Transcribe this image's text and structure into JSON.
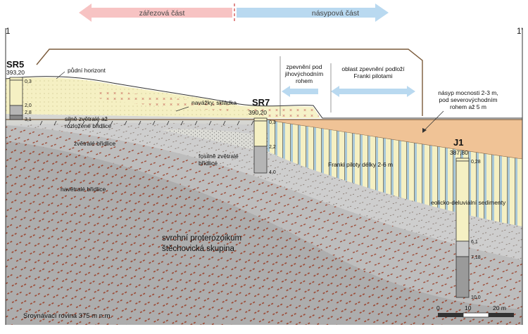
{
  "section": {
    "marker_left": "1",
    "marker_right": "1'",
    "arrow_cut": "zářezová část",
    "arrow_fill": "násypová část",
    "datum": "Srovnávací rovina 375 m n.m."
  },
  "boreholes": {
    "sr5": {
      "name": "SR5",
      "elevation": "393,20",
      "depths": [
        "0,3",
        "2,0",
        "2,8",
        "3,1"
      ]
    },
    "sr7": {
      "name": "SR7",
      "elevation": "390,20",
      "depths": [
        "0,3",
        "2,2",
        "4,0"
      ]
    },
    "j1": {
      "name": "J1",
      "elevation": "387,80",
      "depths": [
        "0,28",
        "6,1",
        "7,18",
        "10,0"
      ]
    }
  },
  "labels": {
    "topsoil": "půdní horizont",
    "made_ground": "navážky, skládka",
    "weathered_decomposed": [
      "silně zvětralé až",
      "rozložené břidlice"
    ],
    "weathered": "zvětralé břidlice",
    "slightly_weathered": "navětralé břidlice",
    "fossil_weathered": [
      "fosilně zvětralé",
      "břidlice"
    ],
    "basement": [
      "svrchní proterozoikum",
      "štěchovická skupina"
    ],
    "reinforced_south": [
      "zpevnění pod",
      "jihovýchodním",
      "rohem"
    ],
    "reinforced_franki": [
      "oblast zpevnění podloží",
      "Franki pilotami"
    ],
    "embankment": [
      "násyp mocnosti 2-3 m,",
      "pod severovýchodním",
      "rohem až 5 m"
    ],
    "franki_piles": "Franki piloty délky 2-6 m",
    "eolian": "eolicko-deluviální sedimenty"
  },
  "scale": {
    "ticks": [
      "0",
      "10",
      "20 m"
    ]
  },
  "colors": {
    "arrow_cut": "#f7c3c3",
    "arrow_fill": "#b9d9f0",
    "loess": "#f5f0c3",
    "embankment": "#f0c396",
    "basement": "#aeaeae",
    "weathered": "#c8c8c8",
    "hatch": "#a0523c",
    "pile": "#a8c8d8"
  }
}
